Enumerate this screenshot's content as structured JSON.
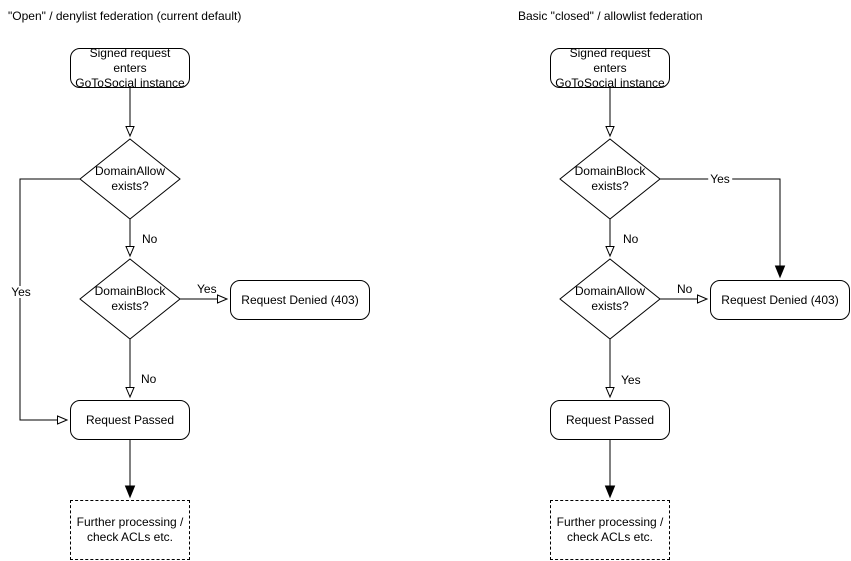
{
  "left": {
    "title": "\"Open\" / denylist federation (current default)",
    "start": "Signed request enters\nGoToSocial instance",
    "decision1": "DomainAllow\nexists?",
    "decision2": "DomainBlock\nexists?",
    "denied": "Request Denied (403)",
    "passed": "Request Passed",
    "further": "Further processing /\ncheck ACLs etc.",
    "labels": {
      "d1_yes": "Yes",
      "d1_no": "No",
      "d2_yes": "Yes",
      "d2_no": "No"
    }
  },
  "right": {
    "title": "Basic \"closed\" / allowlist federation",
    "start": "Signed request enters\nGoToSocial instance",
    "decision1": "DomainBlock\nexists?",
    "decision2": "DomainAllow\nexists?",
    "denied": "Request Denied (403)",
    "passed": "Request Passed",
    "further": "Further processing /\ncheck ACLs etc.",
    "labels": {
      "d1_yes": "Yes",
      "d1_no": "No",
      "d2_no": "No",
      "d2_yes": "Yes"
    }
  },
  "colors": {
    "stroke": "#000000",
    "shape_fill": "#ffffff",
    "text": "#000000",
    "background": "#ffffff"
  }
}
